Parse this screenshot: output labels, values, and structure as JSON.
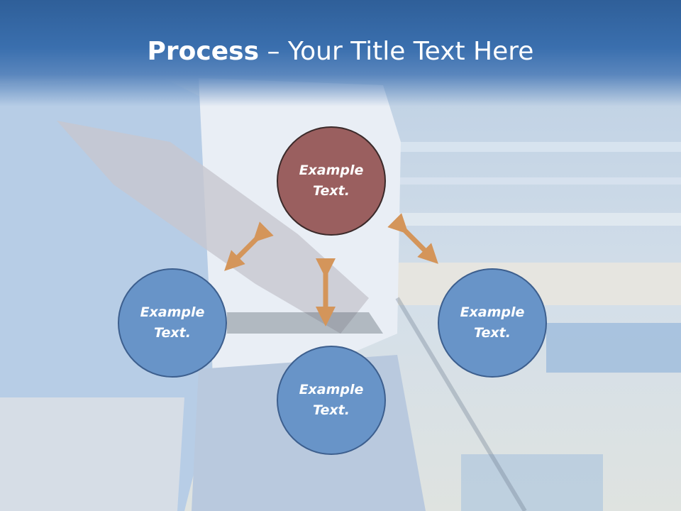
{
  "title": {
    "bold": "Process",
    "rest": " – Your Title Text Here"
  },
  "nodes": {
    "center": {
      "line1": "Example",
      "line2": "Text."
    },
    "left": {
      "line1": "Example",
      "line2": "Text."
    },
    "bottom": {
      "line1": "Example",
      "line2": "Text."
    },
    "right": {
      "line1": "Example",
      "line2": "Text."
    }
  },
  "colors": {
    "title_bar": "#2f5f99",
    "node_blue": "#6894c8",
    "node_red": "#9a5f5f",
    "arrow": "#d4955a"
  }
}
